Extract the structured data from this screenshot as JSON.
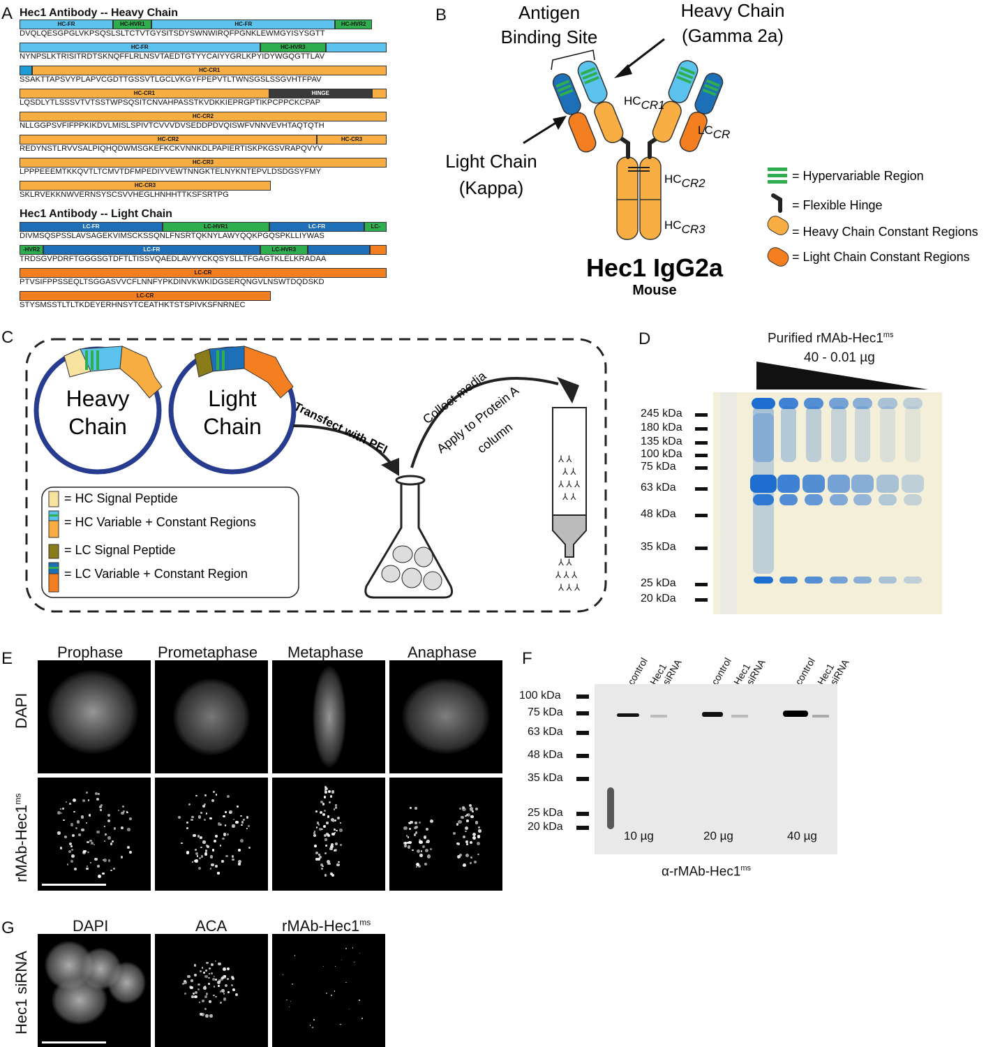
{
  "panels": {
    "a": "A",
    "b": "B",
    "c": "C",
    "d": "D",
    "e": "E",
    "f": "F",
    "g": "G"
  },
  "panel_a": {
    "heavy_title": "Hec1 Antibody -- Heavy Chain",
    "light_title": "Hec1 Antibody -- Light Chain",
    "heavy_rows": [
      {
        "seq": "DVQLQESGPGLVKPSQSLSLTCTVTGYSITSDYSWNWIRQFPGNKLEWMGYISYSGTT",
        "segs": [
          {
            "label": "HC-FR",
            "color": "#5bc3ee",
            "w": 0.255
          },
          {
            "label": "HC-HVR1",
            "color": "#2fae4f",
            "w": 0.105
          },
          {
            "label": "HC-FR",
            "color": "#5bc3ee",
            "w": 0.5
          },
          {
            "label": "HC-HVR2",
            "color": "#2fae4f",
            "w": 0.1
          }
        ]
      },
      {
        "seq": "NYNPSLKTRISITRDTSKNQFFLRLNSVTAEDTGTYYCAIYYGRLKPYIDYWGQGTTLAV",
        "segs": [
          {
            "label": "HC-FR",
            "color": "#5bc3ee",
            "w": 0.655
          },
          {
            "label": "HC-HVR3",
            "color": "#2fae4f",
            "w": 0.18
          },
          {
            "label": "",
            "color": "#5bc3ee",
            "w": 0.165
          }
        ]
      },
      {
        "seq": "SSAKTTAPSVYPLAPVCGDTTGSSVTLGCLVKGYFPEPVTLTWNSGSLSSGVHTFPAV",
        "segs": [
          {
            "label": "",
            "color": "#1e9bd7",
            "w": 0.035
          },
          {
            "label": "HC-CR1",
            "color": "#f8ae42",
            "w": 0.965
          }
        ]
      },
      {
        "seq": "LQSDLYTLSSSVTVTSSTWPSQSITCNVAHPASSTKVDKKIEPRGPTIKPCPPCKCPAP",
        "segs": [
          {
            "label": "HC-CR1",
            "color": "#f8ae42",
            "w": 0.68
          },
          {
            "label": "HINGE",
            "color": "#3a3a3a",
            "w": 0.28
          },
          {
            "label": "",
            "color": "#f8ae42",
            "w": 0.04
          }
        ]
      },
      {
        "seq": "NLLGGPSVFIFPPKIKDVLMISLSPIVTCVVVDVSEDDPDVQISWFVNNVEVHTAQTQTH",
        "segs": [
          {
            "label": "HC-CR2",
            "color": "#f8ae42",
            "w": 1
          }
        ]
      },
      {
        "seq": "REDYNSTLRVVSALPIQHQDWMSGKEFKCKVNNKDLPAPIERTISKPKGSVRAPQVYV",
        "segs": [
          {
            "label": "HC-CR2",
            "color": "#f8ae42",
            "w": 0.81
          },
          {
            "label": "HC-CR3",
            "color": "#f8ae42",
            "w": 0.19
          }
        ]
      },
      {
        "seq": "LPPPEEEMTKKQVTLTCMVTDFMPEDIYVEWTNNGKTELNYKNTEPVLDSDGSYFMY",
        "segs": [
          {
            "label": "HC-CR3",
            "color": "#f8ae42",
            "w": 1
          }
        ]
      },
      {
        "seq": "SKLRVEKKNWVERNSYSCSVVHEGLHNHHTTKSFSRTPG",
        "segs": [
          {
            "label": "HC-CR3",
            "color": "#f8ae42",
            "w": 1
          }
        ]
      }
    ],
    "light_rows": [
      {
        "seq": "DIVMSQSPSSLAVSAGEKVIMSCKSSQNLFNSRTQKNYLAWYQQKPGQSPKLLIYWAS",
        "segs": [
          {
            "label": "LC-FR",
            "color": "#1d70b8",
            "w": 0.39
          },
          {
            "label": "LC-HVR1",
            "color": "#2fae4f",
            "w": 0.29
          },
          {
            "label": "LC-FR",
            "color": "#1d70b8",
            "w": 0.26
          },
          {
            "label": "LC-",
            "color": "#2fae4f",
            "w": 0.06
          }
        ]
      },
      {
        "seq": "TRDSGVPDRFTGGGSGTDFTLTISSVQAEDLAVYYCKQSYSLLTFGAGTKLELKRADAA",
        "segs": [
          {
            "label": "-HVR2",
            "color": "#2fae4f",
            "w": 0.065
          },
          {
            "label": "LC-FR",
            "color": "#1d70b8",
            "w": 0.59
          },
          {
            "label": "LC-HVR3",
            "color": "#2fae4f",
            "w": 0.13
          },
          {
            "label": "",
            "color": "#1d70b8",
            "w": 0.17
          },
          {
            "label": "",
            "color": "#f47f20",
            "w": 0.045
          }
        ]
      },
      {
        "seq": "PTVSIFPPSSEQLTSGGASVVCFLNNFYPKDINVKWKIDGSERQNGVLNSWTDQDSKD",
        "segs": [
          {
            "label": "LC-CR",
            "color": "#f47f20",
            "w": 1
          }
        ]
      },
      {
        "seq": "STYSMSSTLTLTKDEYERHNSYTCEATHKTSTSPIVKSFNRNEC",
        "segs": [
          {
            "label": "LC-CR",
            "color": "#f47f20",
            "w": 1
          }
        ]
      }
    ]
  },
  "panel_b": {
    "antigen_site": [
      "Antigen",
      "Binding Site"
    ],
    "heavy_chain": [
      "Heavy Chain",
      "(Gamma 2a)"
    ],
    "light_chain": [
      "Light Chain",
      "(Kappa)"
    ],
    "hc": "HC",
    "cr1": "CR1",
    "cr2": "CR2",
    "cr3": "CR3",
    "lc": "LC",
    "cr": "CR",
    "title": "Hec1 IgG2a",
    "subtitle": "Mouse",
    "legend": [
      "= Hypervariable Region",
      "= Flexible Hinge",
      "= Heavy Chain Constant Regions",
      "= Light Chain Constant Regions"
    ]
  },
  "panel_c": {
    "heavy": [
      "Heavy",
      "Chain"
    ],
    "light": [
      "Light",
      "Chain"
    ],
    "transfect": "Transfect with PEI",
    "collect": "Collect media",
    "apply1": "Apply to Protein A",
    "apply2": "column",
    "legend": [
      "= HC Signal Peptide",
      "= HC Variable + Constant Regions",
      "= LC Signal Peptide",
      "= LC Variable + Constant Region"
    ]
  },
  "panel_d": {
    "title": "Purified rMAb-Hec1",
    "title_sup": "ms",
    "range": "40 - 0.01 µg",
    "markers": [
      "245 kDa",
      "180 kDa",
      "135 kDa",
      "100 kDa",
      "75 kDa",
      "63 kDa",
      "48 kDa",
      "35 kDa",
      "25 kDa",
      "20 kDa"
    ]
  },
  "panel_e": {
    "phases": [
      "Prophase",
      "Prometaphase",
      "Metaphase",
      "Anaphase"
    ],
    "row1": "DAPI",
    "row2": "rMAb-Hec1",
    "row2_sup": "ms"
  },
  "panel_f": {
    "lanes": [
      "control",
      "Hec1",
      "siRNA",
      "control",
      "Hec1",
      "siRNA",
      "control",
      "Hec1",
      "siRNA"
    ],
    "markers": [
      "100 kDa",
      "75 kDa",
      "63 kDa",
      "48 kDa",
      "35 kDa",
      "25 kDa",
      "20 kDa"
    ],
    "amounts": [
      "10 µg",
      "20 µg",
      "40 µg"
    ],
    "caption": "α-rMAb-Hec1",
    "caption_sup": "ms"
  },
  "panel_g": {
    "cols": [
      "DAPI",
      "ACA",
      "rMAb-Hec1"
    ],
    "col3_sup": "ms",
    "row": "Hec1 siRNA"
  }
}
